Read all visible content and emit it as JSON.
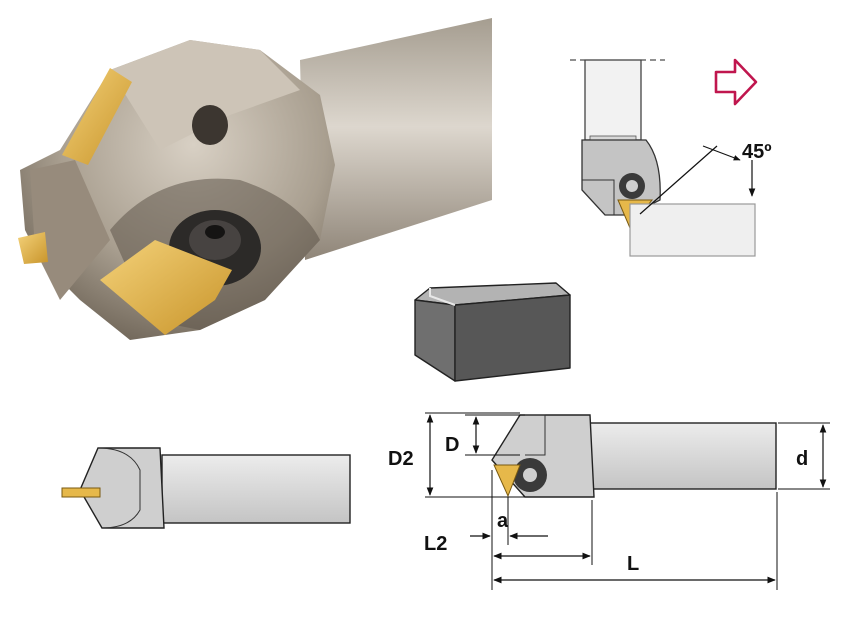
{
  "labels": {
    "angle": "45º",
    "D2": "D2",
    "D": "D",
    "d": "d",
    "a": "a",
    "L2": "L2",
    "L": "L"
  },
  "colors": {
    "tool_body": "#b7b0a6",
    "tool_body_dark": "#7d7265",
    "insert_gold": "#e6b84a",
    "drawing_gray": "#d6d6d6",
    "arrow_outline": "#c0164e"
  },
  "icons": {
    "direction": "hollow-arrow-right-icon"
  }
}
